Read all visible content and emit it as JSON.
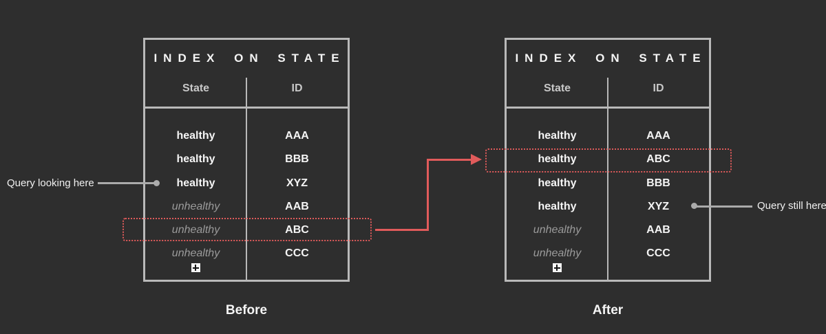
{
  "colors": {
    "background": "#2e2e2e",
    "table_border": "#b9b9b9",
    "text_primary": "#f5f5f5",
    "text_header": "#c8c8c8",
    "text_unhealthy": "#9b9b9b",
    "accent_red": "#e15b5b",
    "annotation_line": "#ababab"
  },
  "icons": {
    "add_row": "plus-square"
  },
  "tables": {
    "before": {
      "title": "INDEX ON STATE",
      "columns": {
        "state": "State",
        "id": "ID"
      },
      "rows": [
        {
          "state": "healthy",
          "id": "AAA"
        },
        {
          "state": "healthy",
          "id": "BBB"
        },
        {
          "state": "healthy",
          "id": "XYZ"
        },
        {
          "state": "unhealthy",
          "id": "AAB"
        },
        {
          "state": "unhealthy",
          "id": "ABC",
          "highlighted": true
        },
        {
          "state": "unhealthy",
          "id": "CCC"
        }
      ],
      "highlighted_row_index": 4,
      "caption": "Before"
    },
    "after": {
      "title": "INDEX ON STATE",
      "columns": {
        "state": "State",
        "id": "ID"
      },
      "rows": [
        {
          "state": "healthy",
          "id": "AAA"
        },
        {
          "state": "healthy",
          "id": "ABC",
          "highlighted": true
        },
        {
          "state": "healthy",
          "id": "BBB"
        },
        {
          "state": "healthy",
          "id": "XYZ"
        },
        {
          "state": "unhealthy",
          "id": "AAB"
        },
        {
          "state": "unhealthy",
          "id": "CCC"
        }
      ],
      "highlighted_row_index": 1,
      "caption": "After"
    }
  },
  "annotations": {
    "query_before": "Query looking here",
    "query_after": "Query still here"
  }
}
